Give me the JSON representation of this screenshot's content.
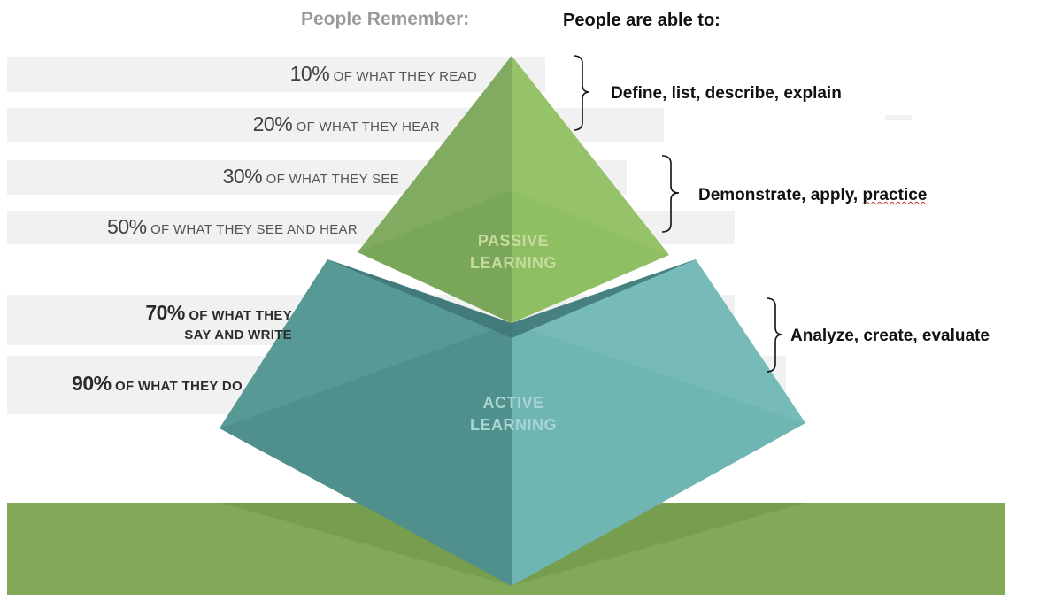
{
  "header": {
    "remember_title": "People Remember:",
    "able_title": "People are able to:"
  },
  "remember": [
    {
      "pct": "10%",
      "text": "OF WHAT THEY READ"
    },
    {
      "pct": "20%",
      "text": "OF WHAT THEY HEAR"
    },
    {
      "pct": "30%",
      "text": "OF WHAT THEY SEE"
    },
    {
      "pct": "50%",
      "text": "OF WHAT THEY SEE AND HEAR"
    },
    {
      "pct": "70%",
      "text": "OF WHAT THEY",
      "text2": "SAY AND WRITE"
    },
    {
      "pct": "90%",
      "text": "OF WHAT THEY DO"
    }
  ],
  "able": [
    {
      "text": "Define, list, describe, explain"
    },
    {
      "text": "Demonstrate, apply,",
      "text_marked": "practice"
    },
    {
      "text": "Analyze, create, evaluate"
    }
  ],
  "pyramid": {
    "passive_line1": "PASSIVE",
    "passive_line2": "LEARNING",
    "active_line1": "ACTIVE",
    "active_line2": "LEARNING"
  },
  "colors": {
    "passive_green": "#8ab65c",
    "active_teal": "#5f9f9c",
    "ground_green": "#82a957",
    "band_gray": "#f1f1f1"
  }
}
